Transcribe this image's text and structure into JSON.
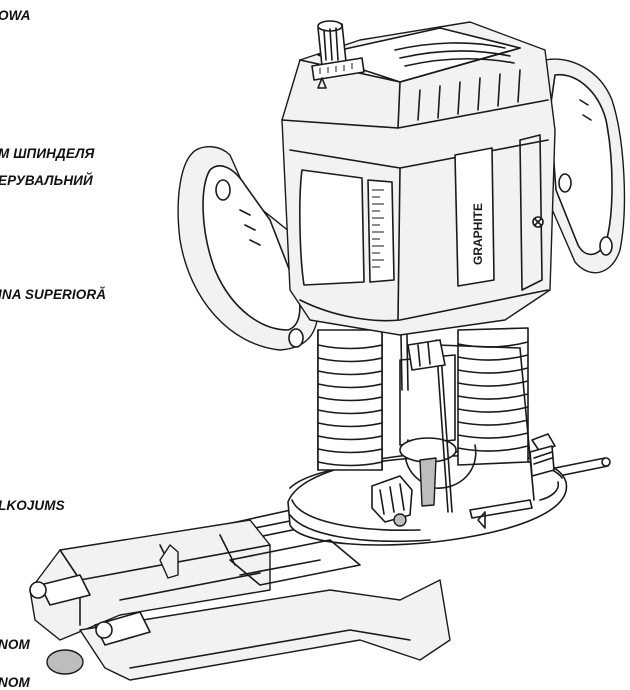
{
  "labels": [
    "OWA",
    "М ШПИНДЕЛЯ",
    "ЕРУВАЛЬНИЙ",
    "INA SUPERIORĂ",
    "LKOJUMS",
    "NOM",
    "NOM"
  ],
  "brand": {
    "logo_text": "GRAPHITE"
  }
}
